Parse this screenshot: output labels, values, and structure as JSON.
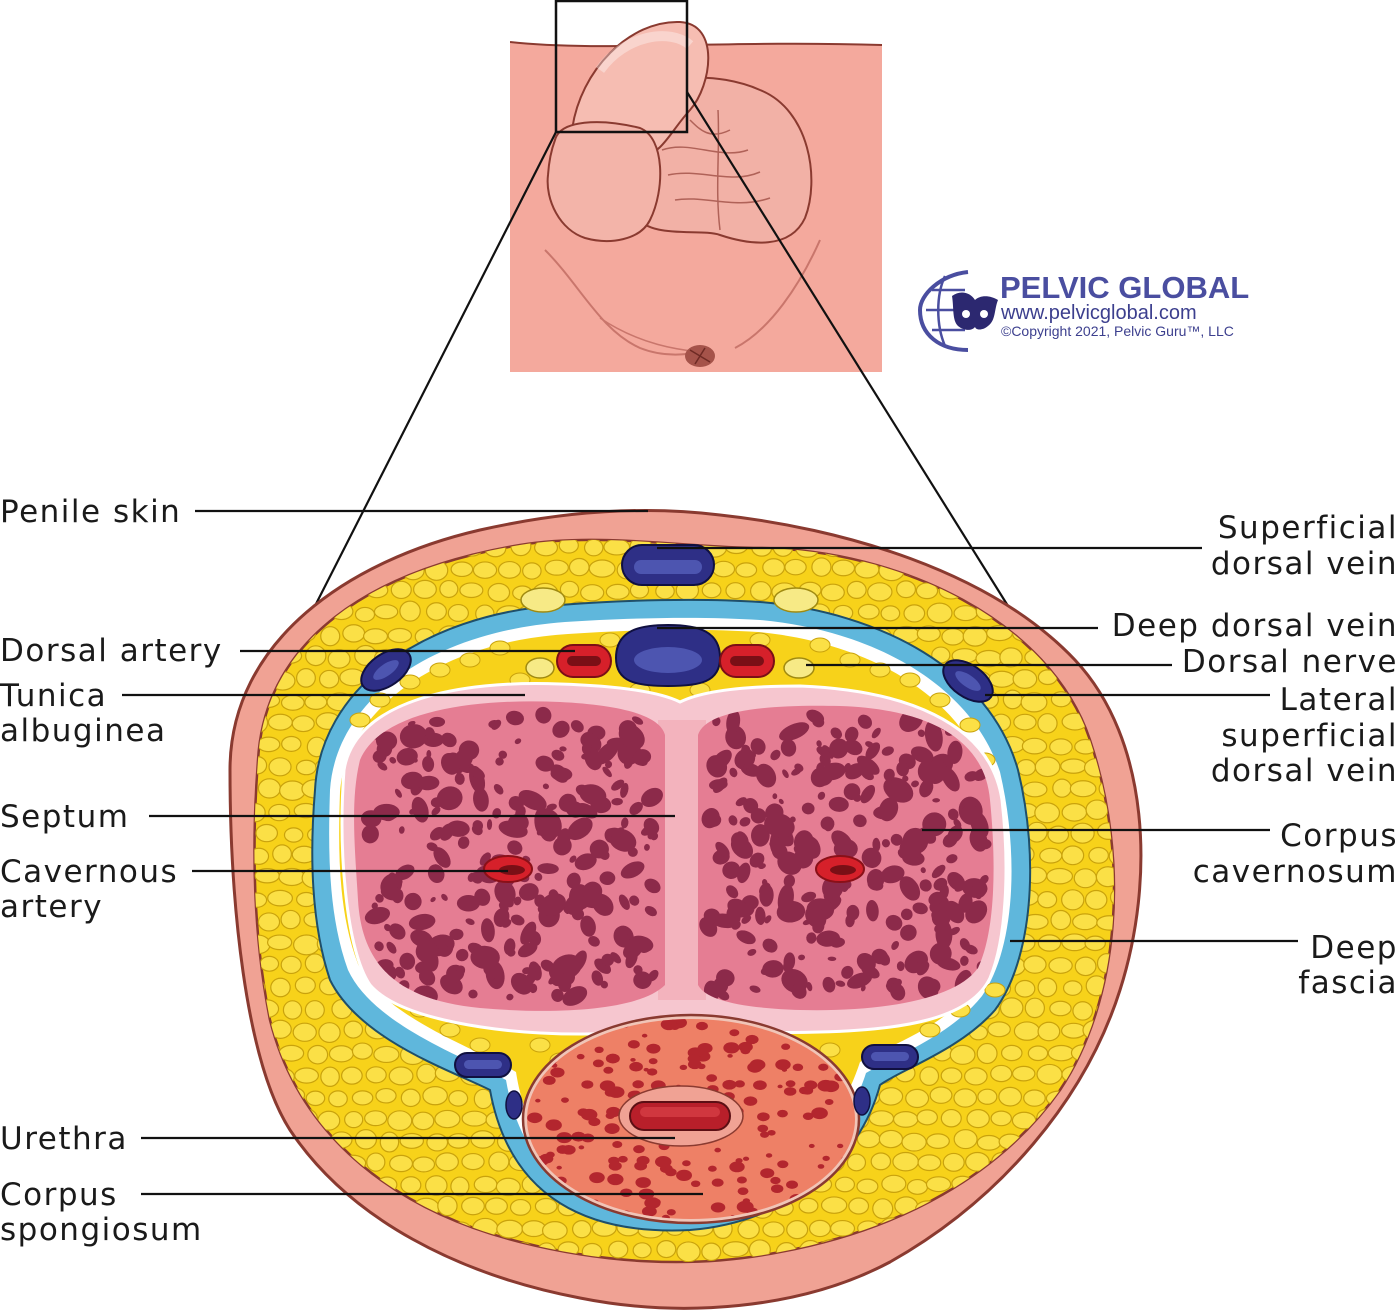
{
  "logo": {
    "title": "PELVIC GLOBAL",
    "url": "www.pelvicglobal.com",
    "copyright": "©Copyright 2021, Pelvic Guru™, LLC"
  },
  "labels": {
    "left": {
      "penile_skin": [
        "Penile skin"
      ],
      "dorsal_artery": [
        "Dorsal artery"
      ],
      "tunica_albuginea": [
        "Tunica",
        "albuginea"
      ],
      "septum": [
        "Septum"
      ],
      "cavernous_artery": [
        "Cavernous",
        "artery"
      ],
      "urethra": [
        "Urethra"
      ],
      "corpus_spongiosum": [
        "Corpus",
        "spongiosum"
      ]
    },
    "right": {
      "superficial_dorsal_vein": [
        "Superficial",
        "dorsal vein"
      ],
      "deep_dorsal_vein": [
        "Deep dorsal vein"
      ],
      "dorsal_nerve": [
        "Dorsal nerve"
      ],
      "lateral_superficial_dorsal_vein": [
        "Lateral",
        "superficial",
        "dorsal vein"
      ],
      "corpus_cavernosum": [
        "Corpus",
        "cavernosum"
      ],
      "deep_fascia": [
        "Deep",
        "fascia"
      ]
    }
  },
  "colors": {
    "skin": "#f0a294",
    "skin_outline": "#8a3a30",
    "fat": "#f7d21a",
    "deep_fascia": "#5fb7dc",
    "tunica": "#f6c6cf",
    "cavernosum": "#e57d93",
    "sinus": "#8c2a4a",
    "spongiosum": "#ee8066",
    "artery": "#d6202a",
    "vein": "#2e2f86",
    "nerve": "#f7ea86",
    "brand": "#4a4ea0"
  }
}
